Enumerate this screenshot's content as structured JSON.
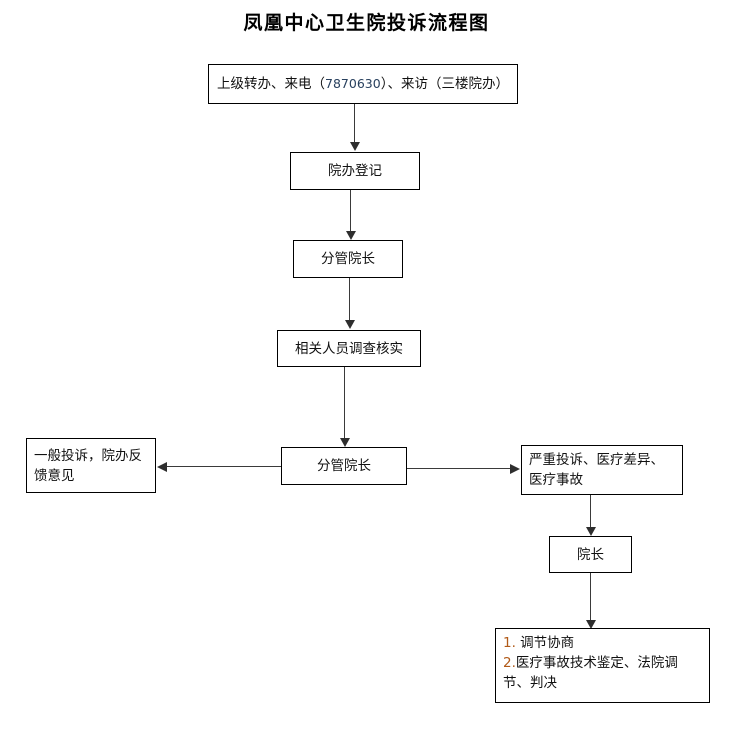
{
  "title": "凤凰中心卫生院投诉流程图",
  "colors": {
    "box_border": "#000000",
    "connector": "#3a3a3a",
    "background": "#ffffff",
    "phone_number": "#28405e",
    "list_number": "#b15a18"
  },
  "nodes": {
    "intake": {
      "label_part1": "上级转办、来电（",
      "phone": "7870630",
      "label_part2": "）、来访（三楼院办）"
    },
    "registration": {
      "label": "院办登记"
    },
    "deputy_director_1": {
      "label": "分管院长"
    },
    "investigation": {
      "label": "相关人员调查核实"
    },
    "deputy_director_2": {
      "label": "分管院长"
    },
    "general_complaint": {
      "label": "一般投诉，院办反馈意见"
    },
    "serious_complaint": {
      "label": "严重投诉、医疗差异、医疗事故"
    },
    "director": {
      "label": "院长"
    },
    "resolution": {
      "item1_number": "1.",
      "item1_text": "  调节协商",
      "item2_number": "2.",
      "item2_text": "医疗事故技术鉴定、法院调节、判决"
    }
  },
  "edges": [
    {
      "from": "intake",
      "to": "registration",
      "direction": "down"
    },
    {
      "from": "registration",
      "to": "deputy_director_1",
      "direction": "down"
    },
    {
      "from": "deputy_director_1",
      "to": "investigation",
      "direction": "down"
    },
    {
      "from": "investigation",
      "to": "deputy_director_2",
      "direction": "down"
    },
    {
      "from": "deputy_director_2",
      "to": "general_complaint",
      "direction": "left"
    },
    {
      "from": "deputy_director_2",
      "to": "serious_complaint",
      "direction": "right"
    },
    {
      "from": "serious_complaint",
      "to": "director",
      "direction": "down"
    },
    {
      "from": "director",
      "to": "resolution",
      "direction": "down"
    }
  ]
}
